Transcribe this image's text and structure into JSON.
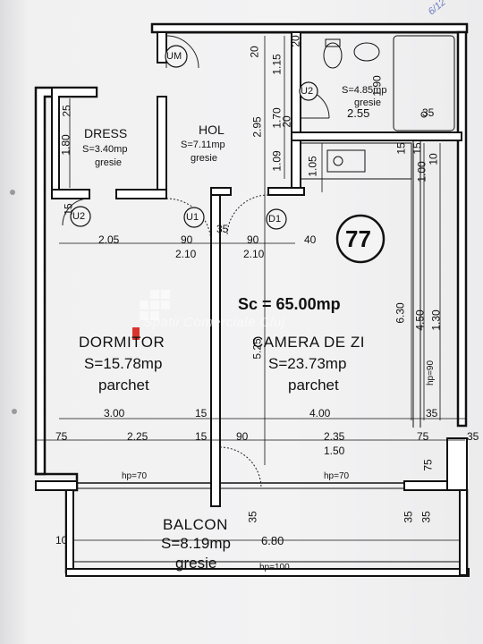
{
  "unit_number": "77",
  "total_area": "Sc = 65.00mp",
  "watermark": "Spatii Comerciale Cluj",
  "corner_note": "6/12",
  "rooms": {
    "dress": {
      "name": "DRESS",
      "area": "S=3.40mp",
      "floor": "gresie"
    },
    "hol": {
      "name": "HOL",
      "area": "S=7.11mp",
      "floor": "gresie"
    },
    "baie": {
      "area": "S=4.85mp",
      "floor": "gresie"
    },
    "dormitor": {
      "name": "DORMITOR",
      "area": "S=15.78mp",
      "floor": "parchet"
    },
    "camera": {
      "name": "CAMERA DE ZI",
      "area": "S=23.73mp",
      "floor": "parchet"
    },
    "balcon": {
      "name": "BALCON",
      "area": "S=8.19mp",
      "floor": "gresie"
    }
  },
  "door_tags": {
    "um": "UM",
    "u1": "U1",
    "u2_left": "U2",
    "u2_bath": "U2",
    "d1": "D1"
  },
  "dimensions": {
    "top_20": "20",
    "top_115": "1.15",
    "top_190": "1.90",
    "top_20b": "20",
    "r_170": "1.70",
    "r_295": "2.95",
    "r_109": "1.09",
    "r_20": "20",
    "bath_255": "2.55",
    "bath_35": "35",
    "k_105": "1.05",
    "k_15": "15",
    "k_15b": "15",
    "k_100": "1.00",
    "k_10": "10",
    "l_25": "25",
    "l_180": "1.80",
    "l_15": "15",
    "row1_205": "2.05",
    "row1_90": "90",
    "row1_35": "35",
    "row1_90b": "90",
    "row1_40": "40",
    "row1_210": "2.10",
    "row1_210b": "2.10",
    "v_525": "5.25",
    "v_630": "6.30",
    "v_450": "4.50",
    "v_130": "1.30",
    "v_hp90": "hp=90",
    "row2_300": "3.00",
    "row2_15": "15",
    "row2_400": "4.00",
    "row2_35": "35",
    "row3_75": "75",
    "row3_225": "2.25",
    "row3_15": "15",
    "row3_90": "90",
    "row3_235": "2.35",
    "row3_75b": "75",
    "row3_35": "35",
    "row3_150": "1.50",
    "hp70_left": "hp=70",
    "hp70_right": "hp=70",
    "v_75": "75",
    "b_35": "35",
    "b_35b": "35",
    "b_35c": "35",
    "b_10": "10",
    "b_680": "6.80",
    "hp100": "hp=100"
  }
}
